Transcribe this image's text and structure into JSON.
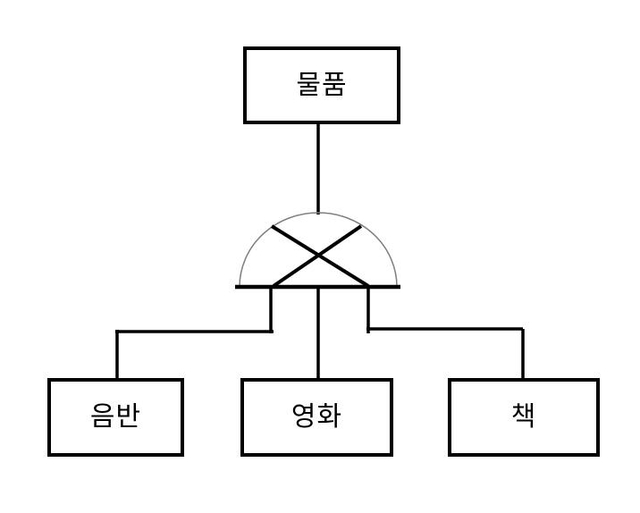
{
  "diagram": {
    "root": {
      "label": "물품"
    },
    "gate": {
      "icon": "xor-gate-icon"
    },
    "children": [
      {
        "label": "음반"
      },
      {
        "label": "영화"
      },
      {
        "label": "책"
      }
    ],
    "colors": {
      "background": "#ffffff",
      "line": "#000000",
      "arc_outline": "#7f7f7f",
      "text": "#000000"
    }
  }
}
